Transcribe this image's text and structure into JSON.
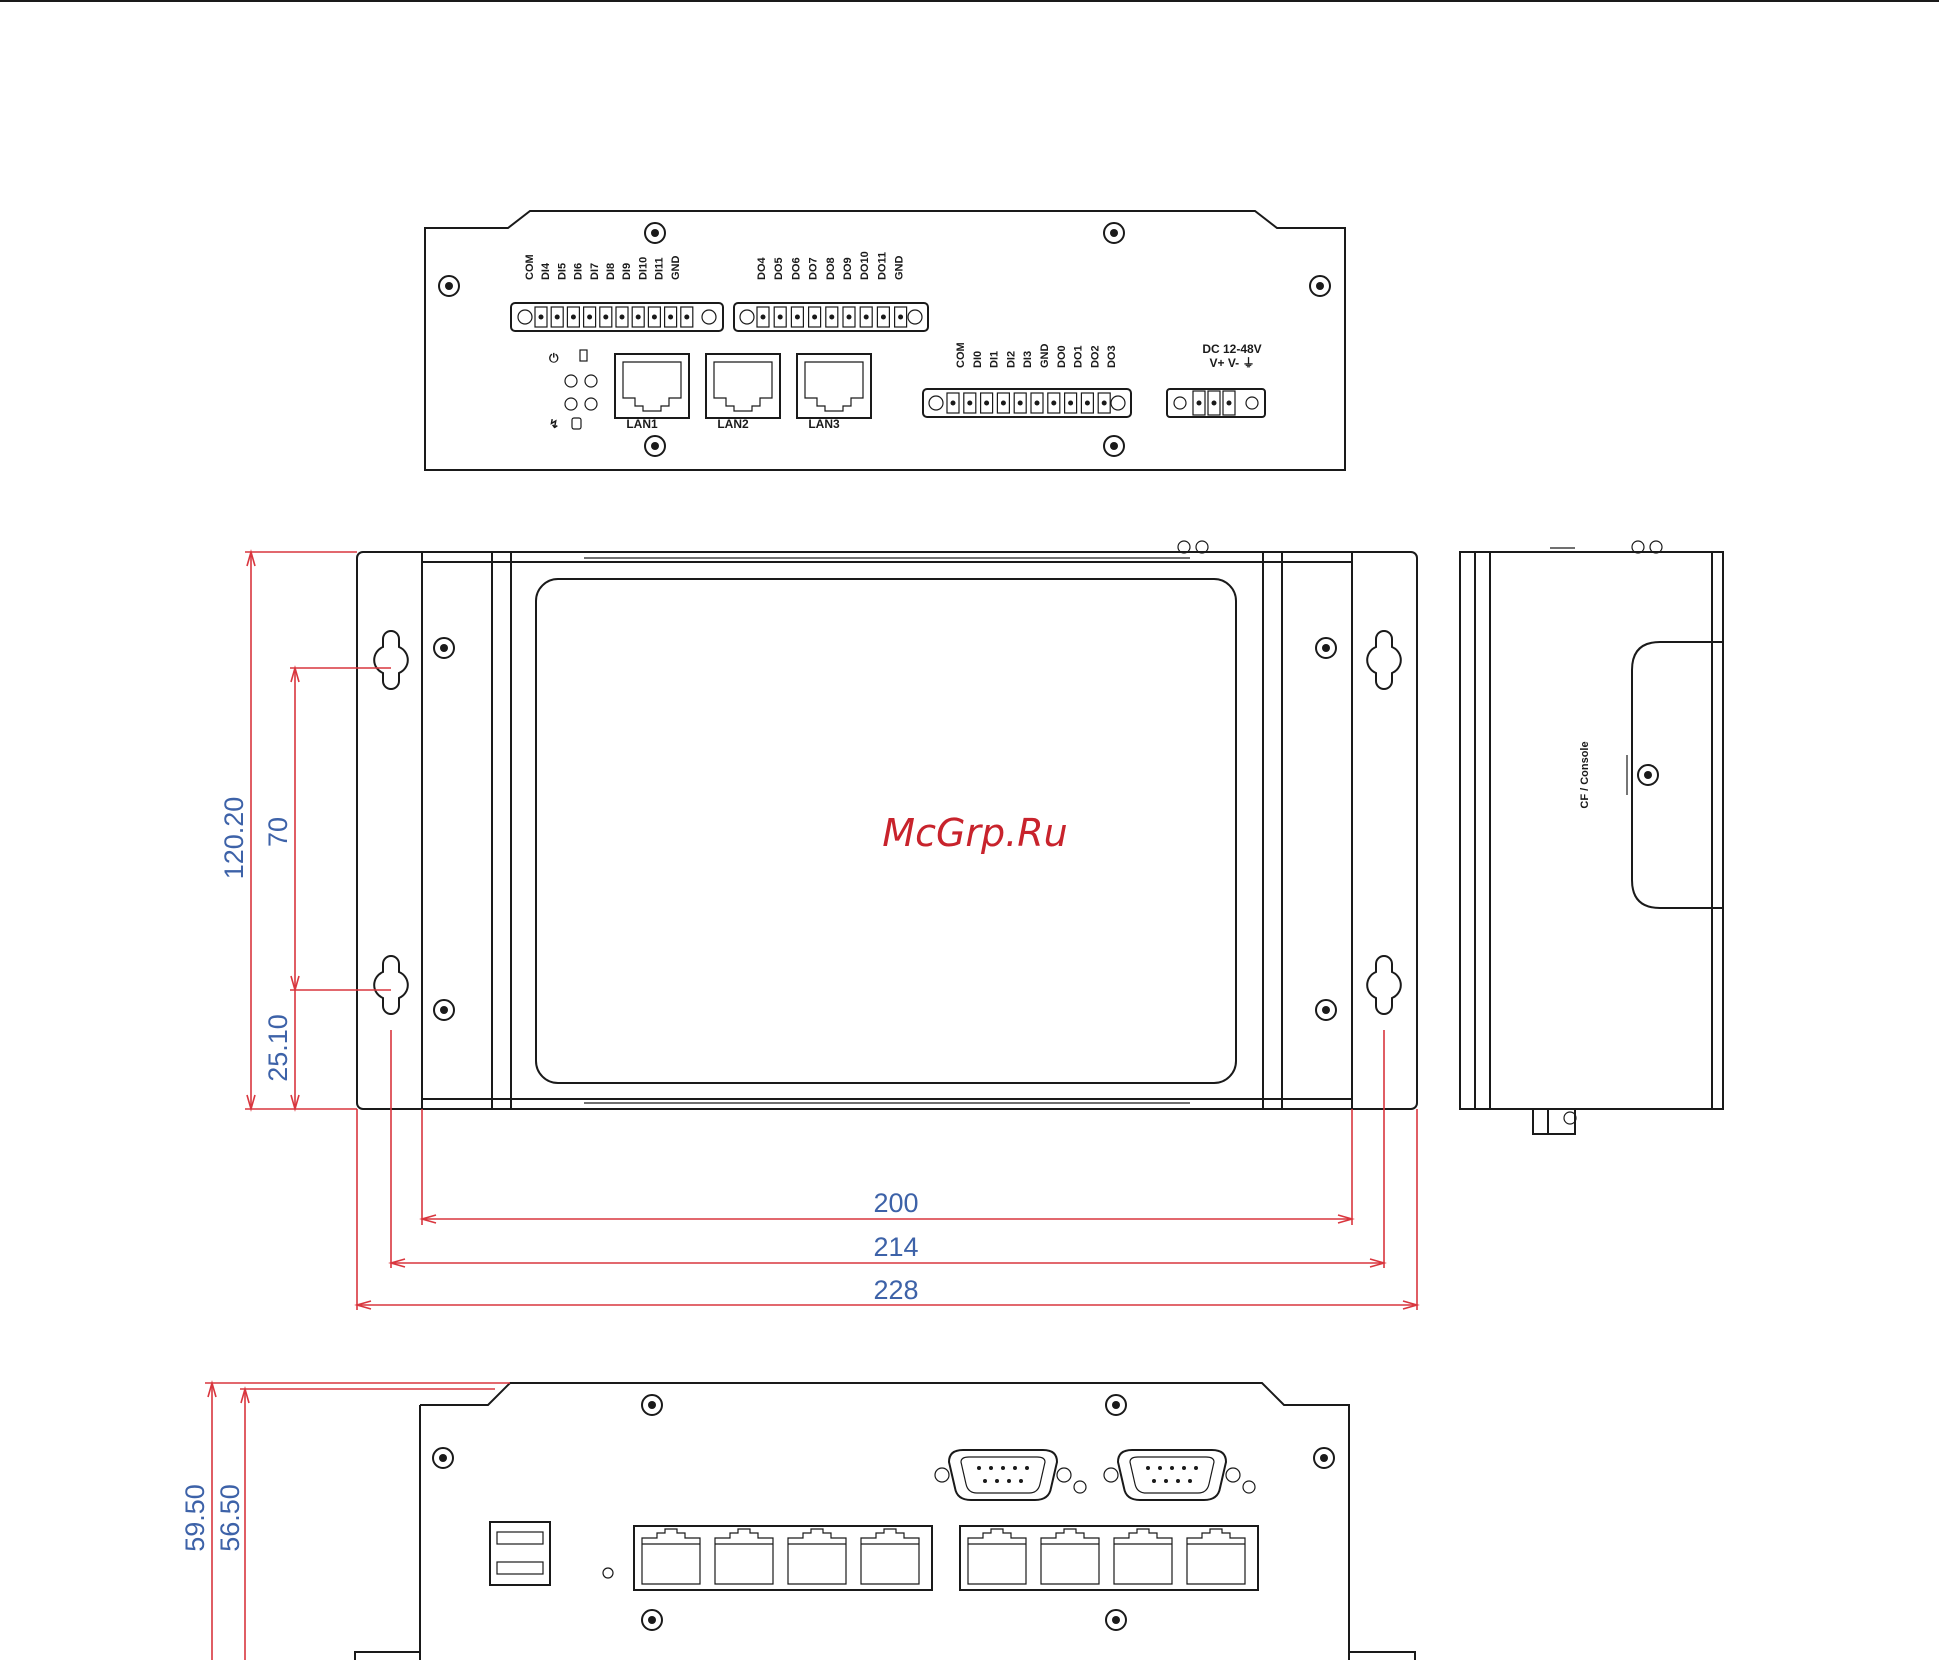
{
  "top_view": {
    "di_pins": [
      "COM",
      "DI4",
      "DI5",
      "DI6",
      "DI7",
      "DI8",
      "DI9",
      "DI10",
      "DI11",
      "GND"
    ],
    "do_pins": [
      "DO4",
      "DO5",
      "DO6",
      "DO7",
      "DO8",
      "DO9",
      "DO10",
      "DO11",
      "GND"
    ],
    "dio_pins": [
      "COM",
      "DI0",
      "DI1",
      "DI2",
      "DI3",
      "GND",
      "DO0",
      "DO1",
      "DO2",
      "DO3"
    ],
    "lan_labels": [
      "LAN1",
      "LAN2",
      "LAN3"
    ],
    "power_label_1": "DC 12-48V",
    "power_label_2": "V+ V- ⏚"
  },
  "side_view": {
    "cf_label": "CF / Console"
  },
  "dimensions": {
    "height_total": "120.20",
    "hole_spacing_v": "70",
    "hole_offset_v": "25.10",
    "width_inner": "200",
    "width_holes": "214",
    "width_total": "228",
    "depth_total": "59.50",
    "depth_inner": "56.50"
  },
  "watermark": "McGrp.Ru",
  "colors": {
    "dimension_line": "#d9363e",
    "dimension_text": "#3d62a8",
    "outline": "#1a1a1a"
  }
}
